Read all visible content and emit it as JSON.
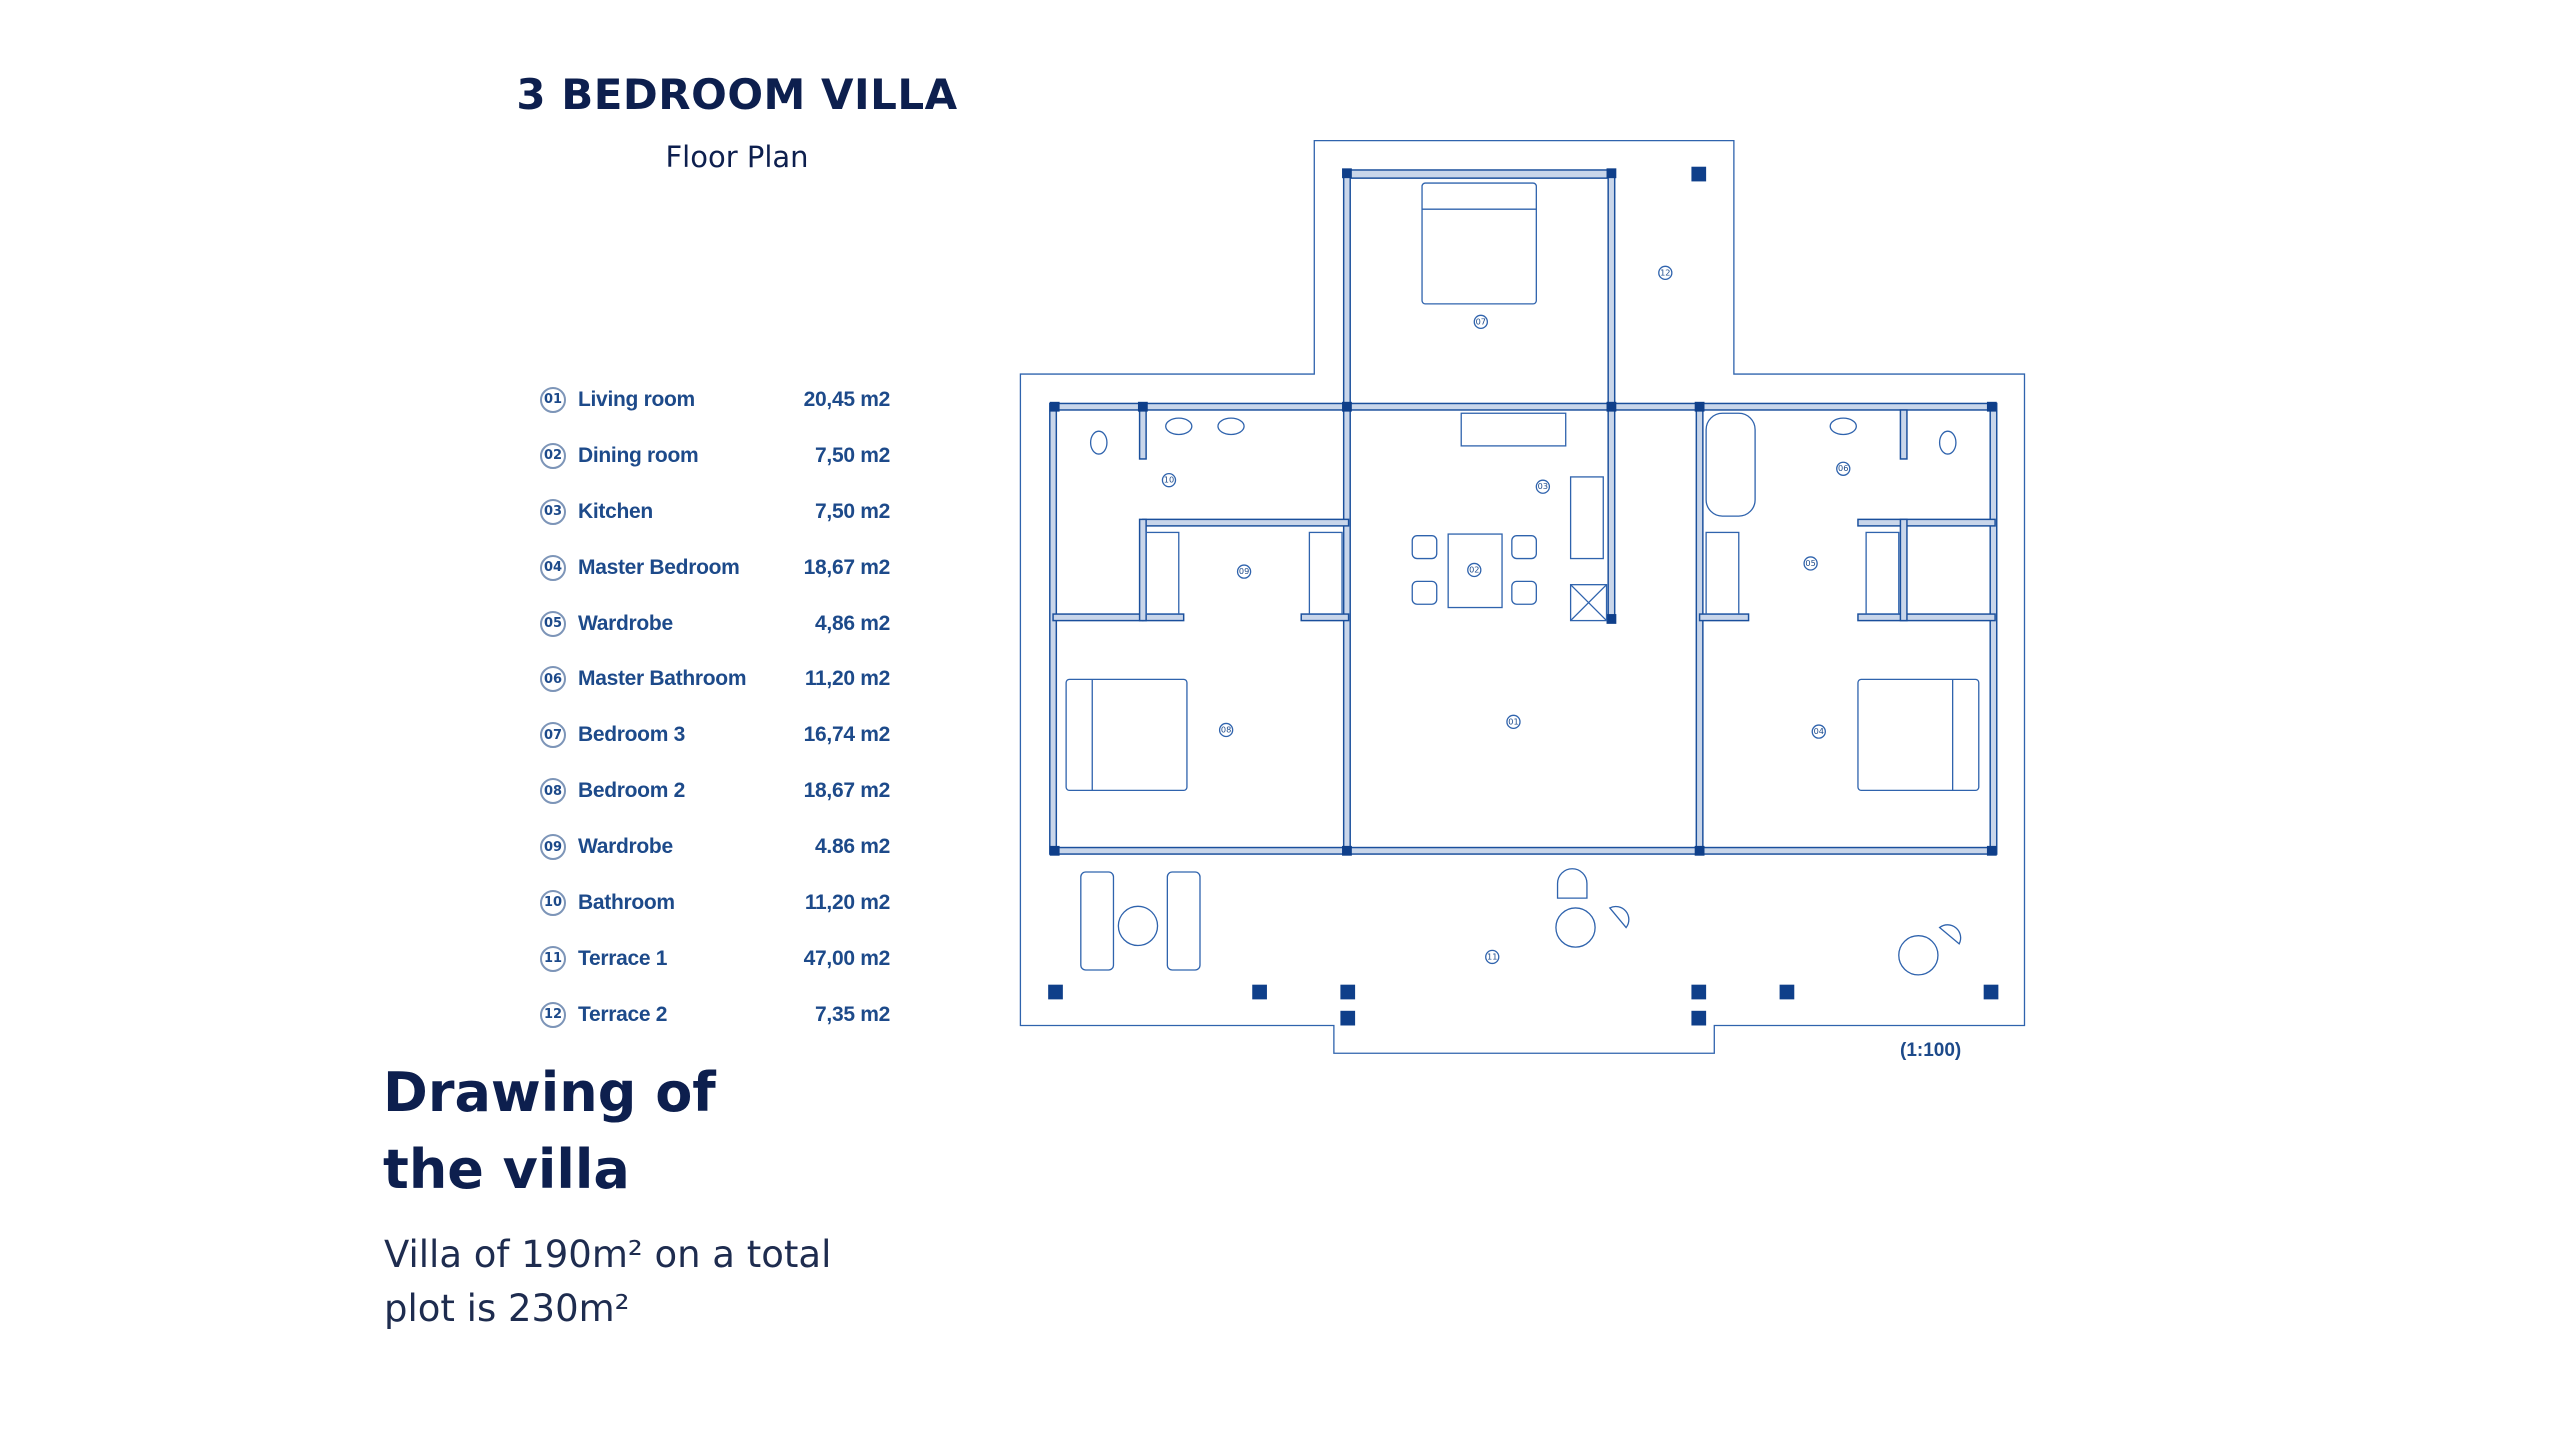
{
  "header": {
    "title": "3 BEDROOM VILLA",
    "subtitle": "Floor Plan"
  },
  "legend": [
    {
      "num": "01",
      "name": "Living room",
      "area": "20,45 m2"
    },
    {
      "num": "02",
      "name": "Dining room",
      "area": "7,50 m2"
    },
    {
      "num": "03",
      "name": "Kitchen",
      "area": "7,50 m2"
    },
    {
      "num": "04",
      "name": "Master Bedroom",
      "area": "18,67 m2"
    },
    {
      "num": "05",
      "name": "Wardrobe",
      "area": "4,86 m2"
    },
    {
      "num": "06",
      "name": "Master Bathroom",
      "area": "11,20 m2"
    },
    {
      "num": "07",
      "name": "Bedroom 3",
      "area": "16,74 m2"
    },
    {
      "num": "08",
      "name": "Bedroom 2",
      "area": "18,67 m2"
    },
    {
      "num": "09",
      "name": "Wardrobe",
      "area": "4.86 m2"
    },
    {
      "num": "10",
      "name": "Bathroom",
      "area": "11,20 m2"
    },
    {
      "num": "11",
      "name": "Terrace 1",
      "area": "47,00 m2"
    },
    {
      "num": "12",
      "name": "Terrace 2",
      "area": "7,35 m2"
    }
  ],
  "section": {
    "heading_line1": "Drawing of",
    "heading_line2": "the villa",
    "desc_line1": "Villa of 190m² on a total",
    "desc_line2": "plot is 230m²"
  },
  "plan": {
    "scale": "(1:100)",
    "labels": {
      "r01": "01",
      "r02": "02",
      "r03": "03",
      "r04": "04",
      "r05": "05",
      "r06": "06",
      "r07": "07",
      "r08": "08",
      "r09": "09",
      "r10": "10",
      "r11": "11",
      "r12": "12"
    }
  },
  "colors": {
    "heading": "#0d1f4e",
    "plan_blue": "#1a4f9c",
    "legend_text": "#1d4a8a"
  }
}
